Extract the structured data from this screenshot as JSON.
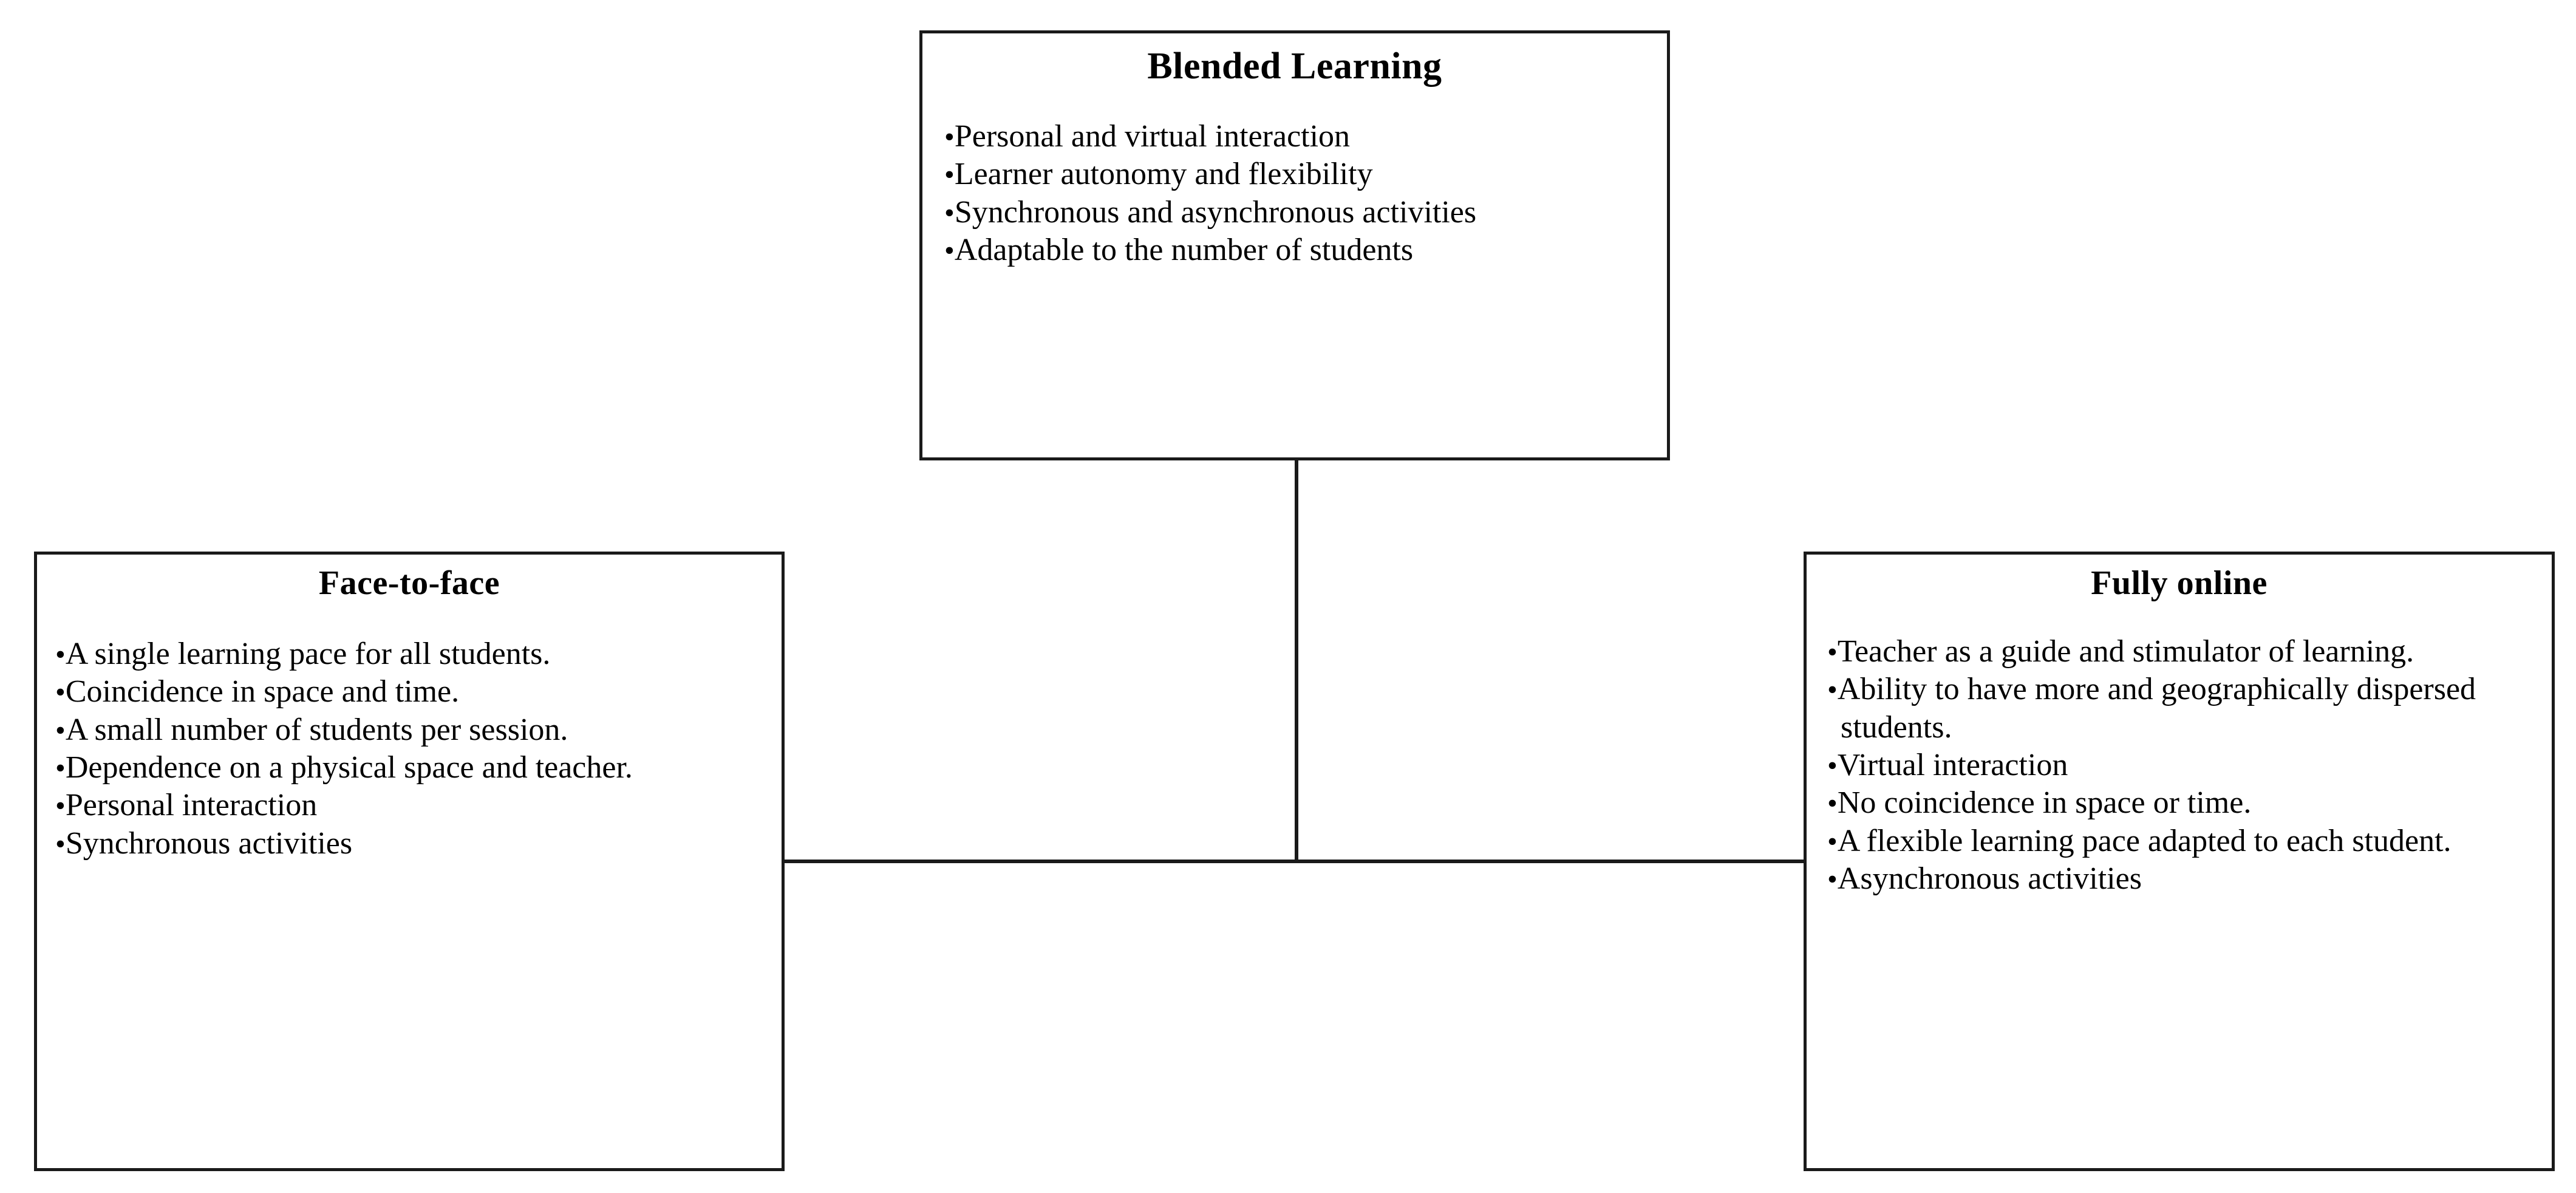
{
  "diagram": {
    "type": "comparison-diagram",
    "nodes": [
      {
        "id": "blended-learning",
        "title": "Blended Learning",
        "bullets": [
          "Personal and virtual interaction",
          "Learner autonomy and flexibility",
          "Synchronous and asynchronous activities",
          "Adaptable to the number of students"
        ]
      },
      {
        "id": "face-to-face",
        "title": "Face-to-face",
        "bullets": [
          "A single learning pace for  all students.",
          "Coincidence in space and time.",
          "A small number of students per session.",
          "Dependence  on a physical space and teacher.",
          "Personal interaction",
          "Synchronous activities"
        ]
      },
      {
        "id": "fully-online",
        "title": "Fully online",
        "bullets": [
          "Teacher as a guide and stimulator of learning.",
          "Ability to have more and geographically dispersed students.",
          "Virtual interaction",
          "No coincidence in space or time.",
          "A flexible learning pace adapted to each student.",
          "Asynchronous activities"
        ]
      }
    ],
    "bullet_glyph": "•",
    "colors": {
      "border": "#1a1a1a",
      "text": "#000000",
      "background": "#ffffff"
    }
  }
}
